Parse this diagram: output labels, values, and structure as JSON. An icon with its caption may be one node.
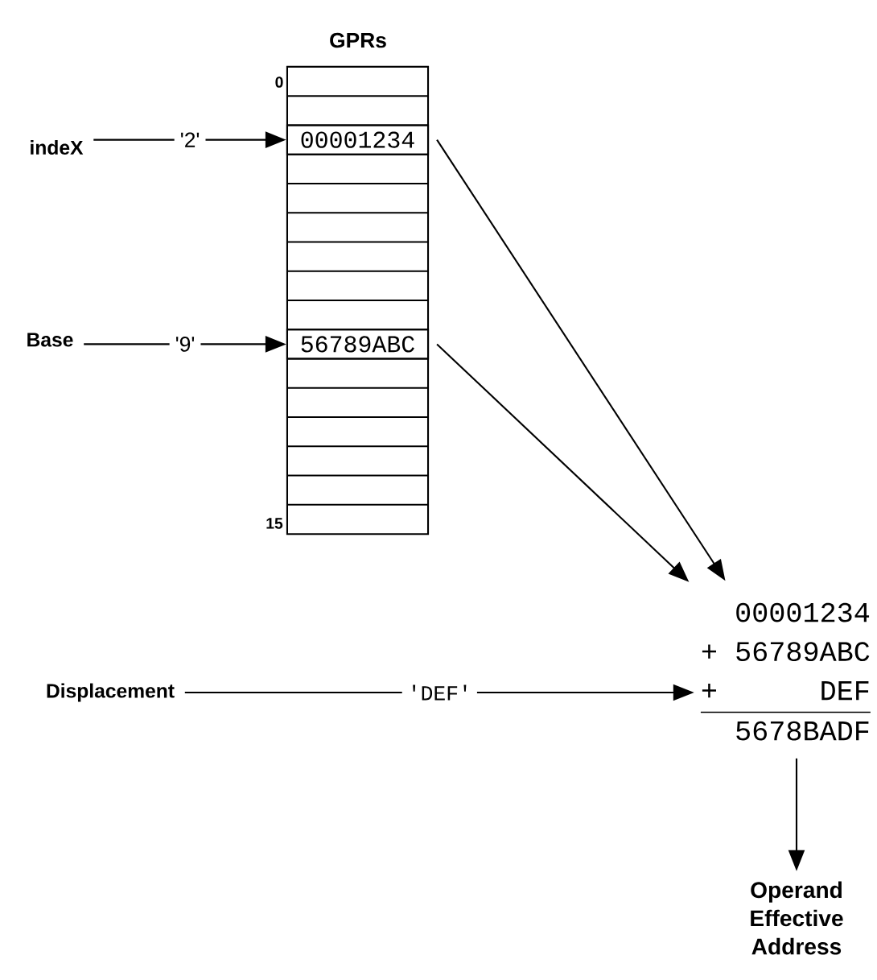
{
  "diagram": {
    "nodes": [
      {
        "text": [
          "GPRs"
        ]
      },
      {
        "text": [
          "00001234"
        ],
        "in": 0
      },
      {
        "text": [
          "56789ABC"
        ],
        "in": 0
      },
      {
        "text": [
          "indeX"
        ]
      },
      {
        "text": [
          "Base"
        ]
      },
      {
        "text": [
          "Displacement"
        ]
      },
      {
        "text": [
          "00001234",
          "+ 56789ABC",
          "+ DEF",
          "5678BADF"
        ]
      },
      {
        "text": [
          "Operand Effective Address"
        ]
      }
    ],
    "edges": [
      {
        "from": 3,
        "to": 1,
        "arrow": "to",
        "label": "'2'"
      },
      {
        "from": 4,
        "to": 2,
        "arrow": "to",
        "label": "'9'"
      },
      {
        "from": 1,
        "to": 6,
        "arrow": "to"
      },
      {
        "from": 2,
        "to": 6,
        "arrow": "to"
      },
      {
        "from": 5,
        "to": 6,
        "arrow": "to",
        "label": "'DEF'"
      },
      {
        "from": 6,
        "to": 7,
        "arrow": "to"
      }
    ],
    "labels": [
      "0",
      "15"
    ]
  }
}
